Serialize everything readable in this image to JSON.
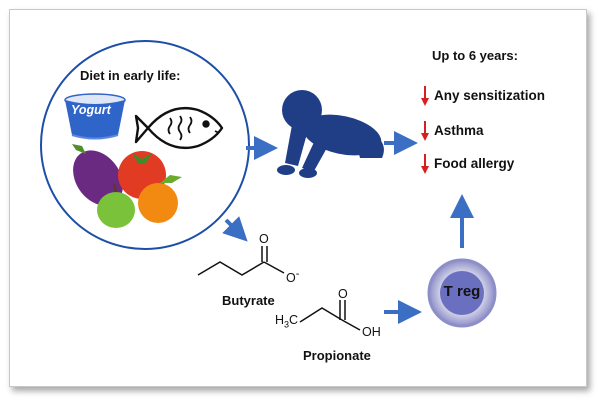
{
  "diet": {
    "title": "Diet in early life:",
    "yogurt_label": "Yogurt"
  },
  "outcomes": {
    "title": "Up to 6 years:",
    "items": [
      "Any sensitization",
      "Asthma",
      "Food allergy"
    ]
  },
  "metabolites": {
    "butyrate": "Butyrate",
    "propionate": "Propionate"
  },
  "chem_labels": {
    "o": "O",
    "o_minus": "O",
    "minus": "-",
    "h3c": "H",
    "h3c_sub": "3",
    "h3c_c": "C",
    "oh": "OH"
  },
  "cell": {
    "label": "T reg"
  },
  "colors": {
    "arrow": "#3a6fc4",
    "baby": "#1f3e86",
    "down_arrow": "#d62020",
    "circle_border": "#1d4fa8",
    "treg": "#6b6fbf"
  }
}
